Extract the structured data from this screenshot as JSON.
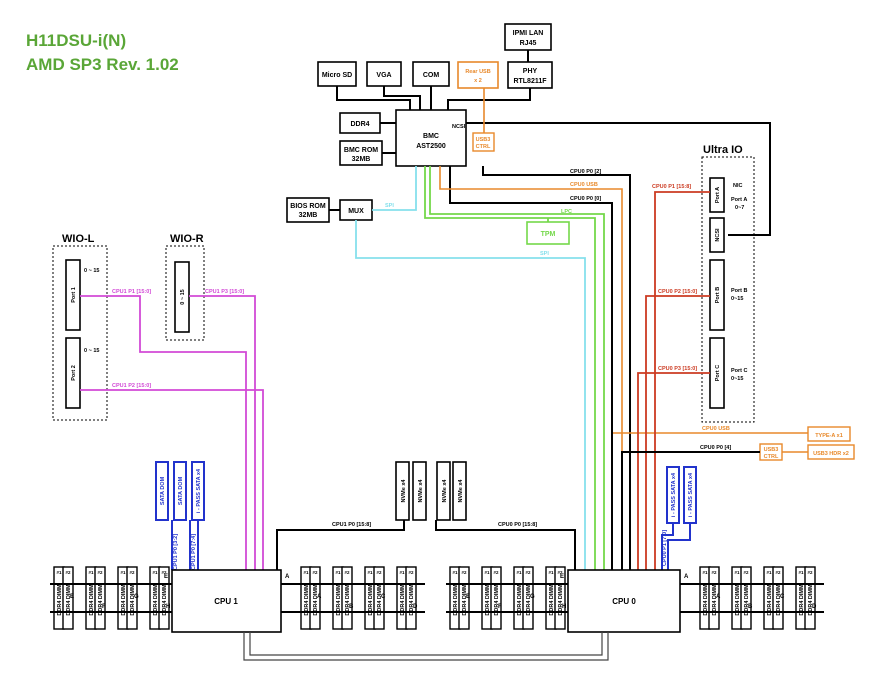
{
  "title_line1": "H11DSU-i(N)",
  "title_line2": "AMD SP3 Rev. 1.02",
  "colors": {
    "title": "#5aa637",
    "orange": "#e8892b",
    "red": "#cc3b22",
    "magenta": "#d24ad6",
    "green": "#74d84a",
    "cyan": "#86e0ec",
    "blue": "#2233cc",
    "black": "#000000"
  },
  "top": {
    "ipmi_lan_1": "IPMI LAN",
    "ipmi_lan_2": "RJ45",
    "micro_sd": "Micro SD",
    "vga": "VGA",
    "com": "COM",
    "rear_usb_1": "Rear USB",
    "rear_usb_2": "x 2",
    "phy_1": "PHY",
    "phy_2": "RTL8211F",
    "ddr4": "DDR4",
    "bmc_rom_1": "BMC ROM",
    "bmc_rom_2": "32MB",
    "bmc_1": "BMC",
    "bmc_2": "AST2500",
    "ncsi": "NCSI",
    "usb3_ctrl_1": "USB3",
    "usb3_ctrl_2": "CTRL",
    "bios_rom_1": "BIOS ROM",
    "bios_rom_2": "32MB",
    "mux": "MUX",
    "tpm": "TPM",
    "spi": "SPI",
    "lpc": "LPC",
    "spi2": "SPI"
  },
  "buses": {
    "cpu0_p0_2": "CPU0 P0 [2]",
    "cpu0_usb": "CPU0 USB",
    "cpu0_p0_0": "CPU0 P0 [0]",
    "cpu0_p1_15_8": "CPU0 P1 [15:8]",
    "cpu0_p2_15_0": "CPU0 P2 [15:0]",
    "cpu0_p3_15_0": "CPU0 P3 [15:0]",
    "cpu0_usb_2": "CPU0 USB",
    "cpu0_p0_4": "CPU0 P0 [4]",
    "cpu1_p1_15_0": "CPU1 P1 [15:0]",
    "cpu1_p3_15_0": "CPU1 P3 [15:0]",
    "cpu1_p2_15_0": "CPU1 P2 [15:0]",
    "cpu1_p0_15_8": "CPU1 P0 [15:8]",
    "cpu0_p0_15_8": "CPU0 P0 [15:8]",
    "cpu1_p0_3_2": "CPU1 P0 [3:2]",
    "cpu1_p0_7_4": "CPU1 P0 [7:4]",
    "cpu0_p1_7_0": "CPU0 P1 [7:0]"
  },
  "ultra_io": {
    "title": "Ultra IO",
    "port_a": "Port A",
    "nic": "NIC",
    "port_a_nic": "Port A",
    "port_a_range": "0~7",
    "ncsi": "NCSI",
    "port_b": "Port B",
    "port_b_label": "Port B",
    "port_b_range": "0~15",
    "port_c": "Port C",
    "port_c_label": "Port C",
    "port_c_range": "0~15"
  },
  "wio_l": {
    "title": "WIO-L",
    "port1": "Port 1",
    "port2": "Port 2",
    "range1": "0 ~ 15",
    "range2": "0 ~ 15"
  },
  "wio_r": {
    "title": "WIO-R",
    "port": "0 ~ 15",
    "range": "0 ~ 15"
  },
  "usb_out": {
    "type_a": "TYPE-A x1",
    "usb3_hdr": "USB3 HDR x2",
    "ctrl_1": "USB3",
    "ctrl_2": "CTRL"
  },
  "storage": {
    "sata_dom_1": "SATA DOM",
    "sata_dom_2": "SATA DOM",
    "ipass_cpu1": "i - PASS SATA x4",
    "nvme": [
      "NVMe x4",
      "NVMe x4",
      "NVMe x4",
      "NVMe x4"
    ],
    "ipass_cpu0_1": "i - PASS SATA x4",
    "ipass_cpu0_2": "i - PASS SATA x4"
  },
  "cpu1": "CPU 1",
  "cpu0": "CPU 0",
  "dimm_label": "DDR4 DIMM",
  "dimm_tags": [
    "#1",
    "#2"
  ],
  "channels": [
    "E",
    "F",
    "G",
    "H",
    "A",
    "B",
    "C",
    "D"
  ]
}
